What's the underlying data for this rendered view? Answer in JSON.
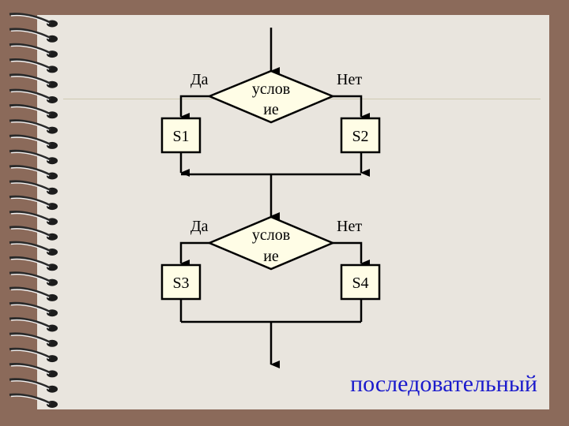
{
  "block1": {
    "condition_line1": "услов",
    "condition_line2": "ие",
    "yes": "Да",
    "no": "Нет",
    "left_action": "S1",
    "right_action": "S2"
  },
  "block2": {
    "condition_line1": "услов",
    "condition_line2": "ие",
    "yes": "Да",
    "no": "Нет",
    "left_action": "S3",
    "right_action": "S4"
  },
  "caption": "последовательный",
  "colors": {
    "background": "#8b6a5a",
    "paper": "#e9e5de",
    "shape_fill": "#fffde6",
    "caption": "#1a1acc"
  }
}
